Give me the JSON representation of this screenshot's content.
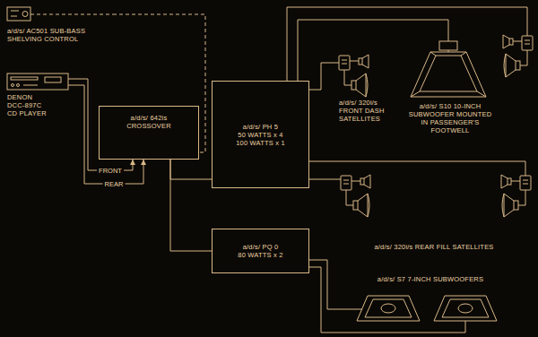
{
  "diagram": {
    "nodes": [
      {
        "text": [
          "a/d/s/ AC501 SUB-BASS SHELVING CONTROL"
        ]
      },
      {
        "text": [
          "DENON DCC-897C CD PLAYER"
        ]
      },
      {
        "text": [
          "a/d/s/ 642is CROSSOVER"
        ]
      },
      {
        "text": [
          "a/d/s/ PH 5",
          "50 WATTS x 4",
          "100 WATTS x 1"
        ]
      },
      {
        "text": [
          "a/d/s/ PQ 0",
          "80 WATTS x 2"
        ]
      },
      {
        "text": [
          "a/d/s/ 320i/s FRONT DASH SATELLITES"
        ]
      },
      {
        "text": [
          "a/d/s/ S10 10-INCH SUBWOOFER MOUNTED IN PASSENGER'S FOOTWELL"
        ]
      },
      {
        "text": [
          "a/d/s/ 320i/s REAR FILL SATELLITES"
        ]
      },
      {
        "text": [
          "a/d/s/ S7 7-INCH SUBWOOFERS"
        ]
      }
    ],
    "edges": [
      {
        "from": 0,
        "to": 2,
        "arrow": "none"
      },
      {
        "from": 1,
        "to": 2,
        "label": "FRONT",
        "arrow": "to"
      },
      {
        "from": 1,
        "to": 2,
        "label": "REAR",
        "arrow": "to"
      },
      {
        "from": 2,
        "to": 3,
        "arrow": "none"
      },
      {
        "from": 2,
        "to": 4,
        "arrow": "none"
      },
      {
        "from": 3,
        "to": 5,
        "arrow": "none"
      },
      {
        "from": 3,
        "to": 6,
        "arrow": "none"
      },
      {
        "from": 3,
        "to": 7,
        "arrow": "none"
      },
      {
        "from": 4,
        "to": 8,
        "arrow": "none"
      }
    ]
  }
}
